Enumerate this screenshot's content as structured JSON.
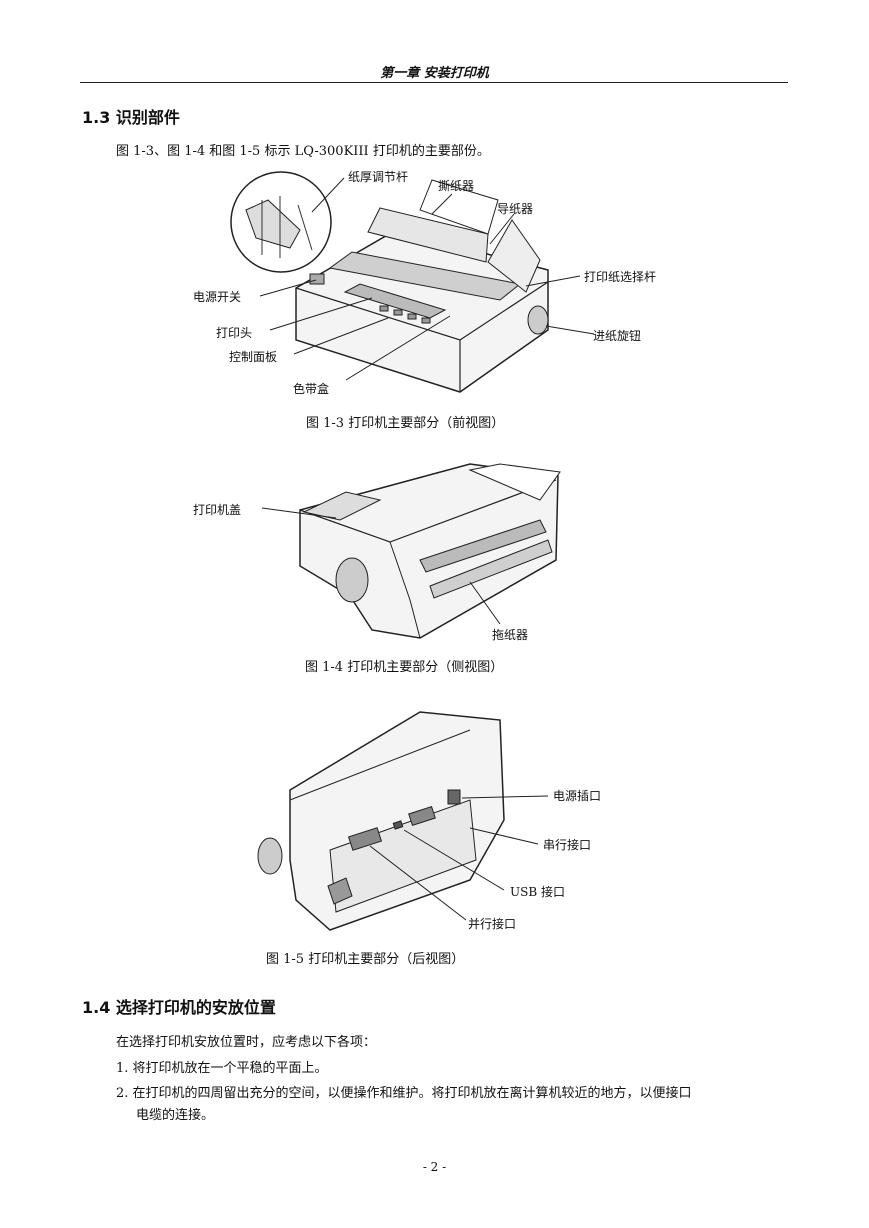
{
  "header": {
    "running_head": "第一章  安装打印机"
  },
  "section_1_3": {
    "heading": "1.3  识别部件",
    "intro": "图 1-3、图 1-4 和图 1-5 标示 LQ-300KIII 打印机的主要部份。"
  },
  "figure_1_3": {
    "labels": {
      "paper_thickness_lever": "纸厚调节杆",
      "tear_off": "撕纸器",
      "paper_guide": "导纸器",
      "paper_select_lever": "打印纸选择杆",
      "power_switch": "电源开关",
      "print_head": "打印头",
      "control_panel": "控制面板",
      "ribbon_cartridge": "色带盒",
      "paper_feed_knob": "进纸旋钮"
    },
    "caption": "图 1-3  打印机主要部分（前视图）"
  },
  "figure_1_4": {
    "labels": {
      "printer_cover": "打印机盖",
      "tractor": "拖纸器"
    },
    "caption": "图 1-4  打印机主要部分（侧视图）"
  },
  "figure_1_5": {
    "labels": {
      "power_inlet": "电源插口",
      "serial_port": "串行接口",
      "usb_port": "USB 接口",
      "parallel_port": "并行接口"
    },
    "caption": "图 1-5  打印机主要部分（后视图）"
  },
  "section_1_4": {
    "heading": "1.4  选择打印机的安放位置",
    "intro": "在选择打印机安放位置时，应考虑以下各项：",
    "items": [
      {
        "num": "1.",
        "text": "将打印机放在一个平稳的平面上。"
      },
      {
        "num": "2.",
        "text": "在打印机的四周留出充分的空间，以便操作和维护。将打印机放在离计算机较近的地方，以便接口",
        "continuation": "电缆的连接。"
      }
    ]
  },
  "footer": {
    "page_number": "- 2 -"
  }
}
